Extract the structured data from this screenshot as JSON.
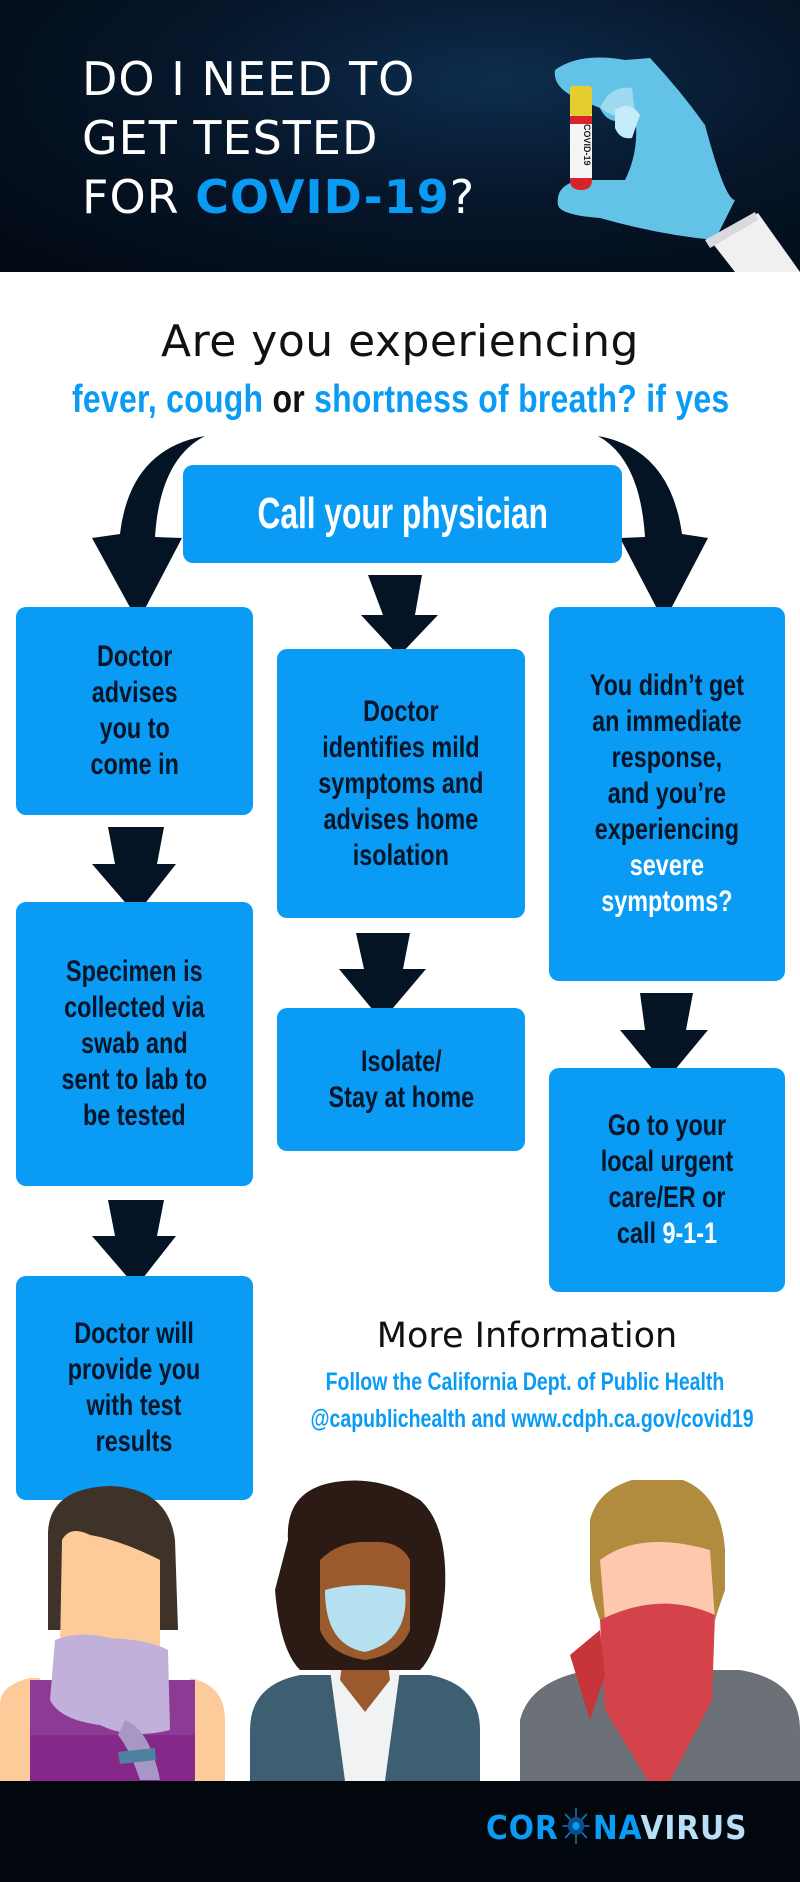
{
  "header": {
    "title_line1": "DO I NEED TO",
    "title_line2": "GET TESTED",
    "title_line3_prefix": "FOR ",
    "title_line3_highlight": "COVID-19",
    "title_line3_suffix": "?",
    "tube_label": "COVID-19",
    "illustration": "gloved-hand-holding-test-tube-icon"
  },
  "question": {
    "line1": "Are you experiencing",
    "symptom1": "fever, cough",
    "connector": " or ",
    "symptom2": "shortness of breath? if yes"
  },
  "flow": {
    "start": "Call your physician",
    "left": [
      {
        "text": [
          "Doctor",
          "advises",
          "you to",
          "come in"
        ]
      },
      {
        "text": [
          "Specimen is",
          "collected via",
          "swab and",
          "sent to lab to",
          "be tested"
        ]
      },
      {
        "text": [
          "Doctor will",
          "provide you",
          "with test",
          "results"
        ]
      }
    ],
    "middle": [
      {
        "text": [
          "Doctor",
          "identifies mild",
          "symptoms and",
          "advises home",
          "isolation"
        ]
      },
      {
        "text": [
          "Isolate/",
          "Stay at home"
        ]
      }
    ],
    "right": [
      {
        "text": [
          "You didn’t get",
          "an immediate",
          "response,",
          "and you’re",
          "experiencing"
        ],
        "highlight": [
          "severe",
          "symptoms?"
        ]
      },
      {
        "text": [
          "Go to your",
          "local urgent",
          "care/ER or"
        ],
        "last_prefix": "call ",
        "last_highlight": "9-1-1"
      }
    ]
  },
  "more_info": {
    "title": "More Information",
    "line1": "Follow the California Dept. of Public Health",
    "line2": "@capublichealth and www.cdph.ca.gov/covid19"
  },
  "people": [
    "person-with-scarf-mask",
    "person-with-surgical-mask",
    "person-with-bandana-mask"
  ],
  "footer": {
    "logo_part1": "COR",
    "logo_part2": "NA",
    "logo_part3": "VIRUS"
  },
  "colors": {
    "accent": "#0a9cf5",
    "dark_navy": "#061528",
    "footer_bg": "#02060d",
    "logo_light": "#b9def7"
  }
}
